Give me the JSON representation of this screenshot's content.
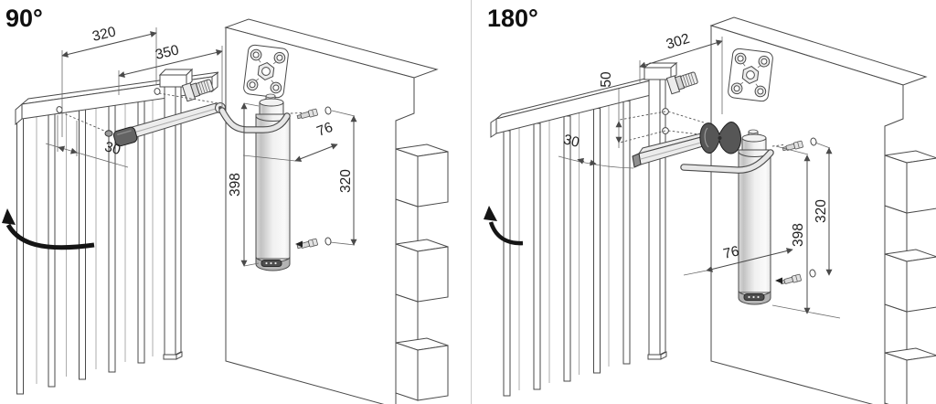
{
  "colors": {
    "line": "#4a4a4a",
    "dark_hardware": "#565656",
    "metal_light": "#e6e6e6",
    "divider": "#c9c9c9",
    "swing_arrow": "#151515",
    "label_text": "#222222"
  },
  "panels": [
    {
      "title": "90°",
      "dims": {
        "top_width_a": "320",
        "top_width_b": "350",
        "arm_offset": "30",
        "closer_length": "398",
        "wall_clearance": "76",
        "fixing_spacing": "320"
      }
    },
    {
      "title": "180°",
      "dims": {
        "top_width": "302",
        "hole_drop": "50",
        "arm_offset": "30",
        "closer_length": "398",
        "wall_clearance": "76",
        "fixing_spacing": "320"
      }
    }
  ]
}
